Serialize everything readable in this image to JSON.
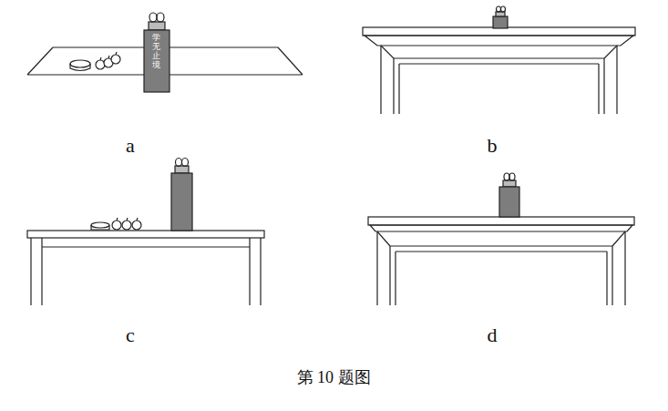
{
  "diagram": {
    "caption": "第 10 题图",
    "labels": [
      "a",
      "b",
      "c",
      "d",
      "学无止境"
    ]
  }
}
